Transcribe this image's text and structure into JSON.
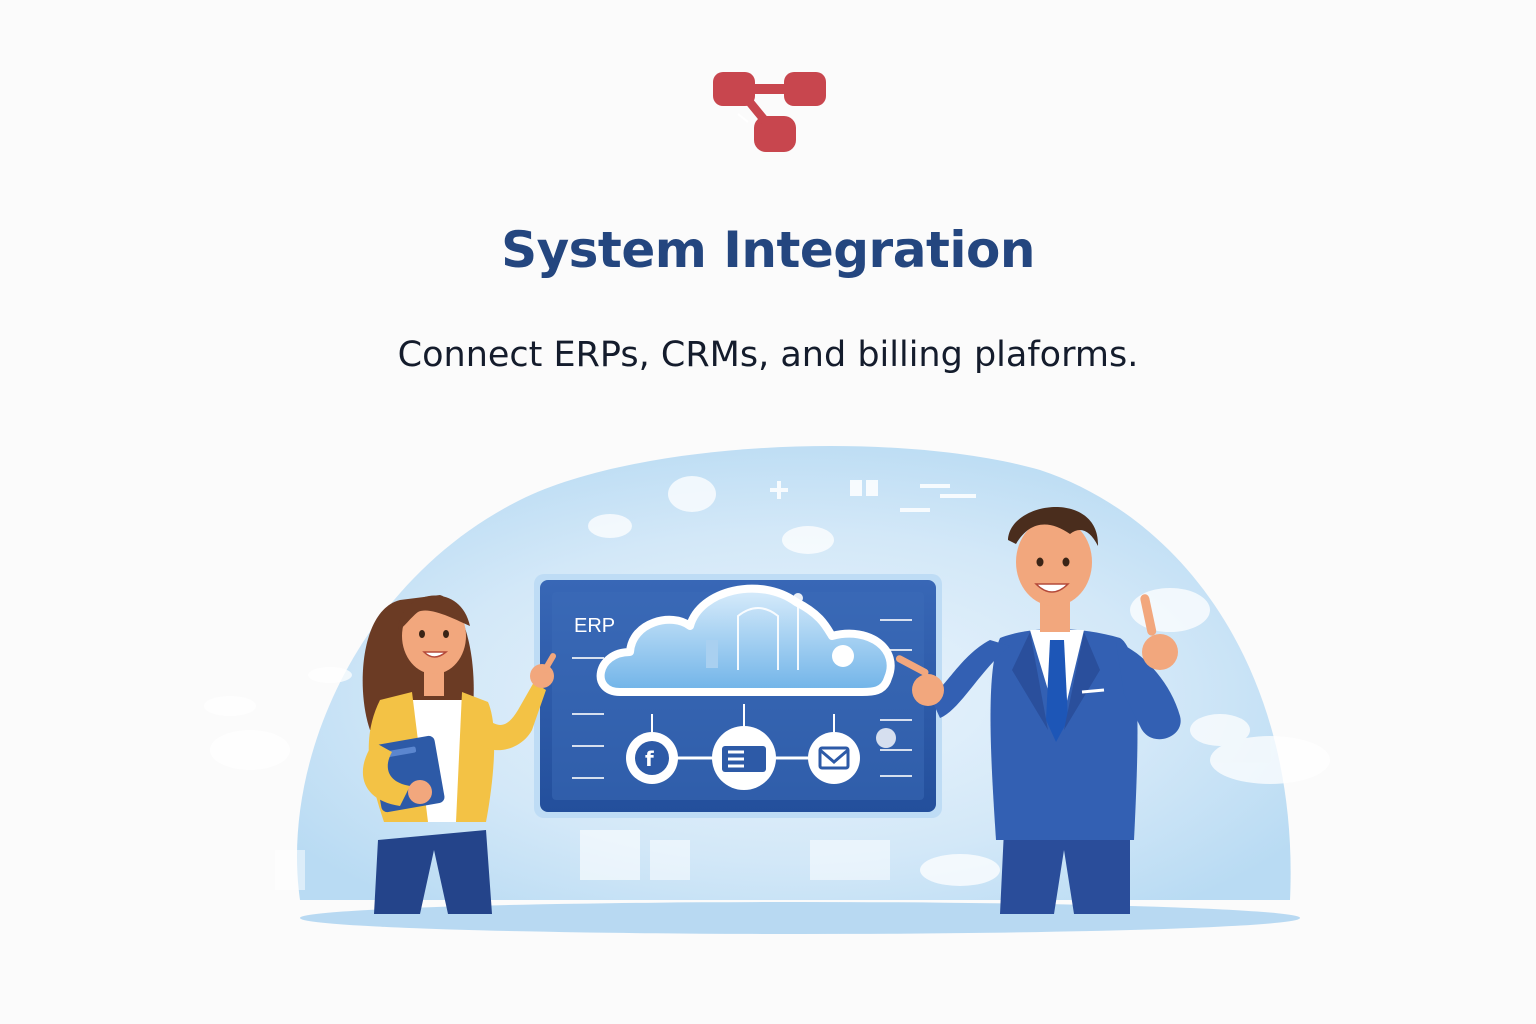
{
  "header": {
    "logo_icon": "network-nodes-icon",
    "title": "System Integration",
    "subtitle": "Connect ERPs,  CRMs, and billing plaforms."
  },
  "illustration": {
    "screen_label": "ERP",
    "icons": [
      "cloud-icon",
      "tag-icon",
      "database-icon",
      "mail-icon"
    ]
  },
  "colors": {
    "brand_red": "#c8464e",
    "title_blue": "#24467f",
    "text_dark": "#141c2c",
    "screen_blue": "#2d5aa7",
    "background": "#fbfbfb"
  }
}
